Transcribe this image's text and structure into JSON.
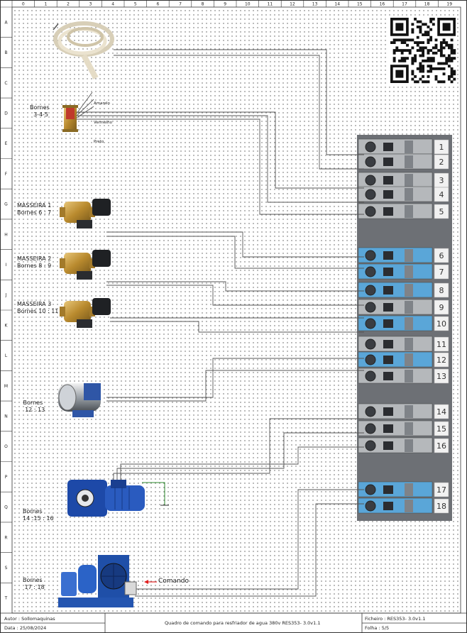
{
  "grid": {
    "columns": [
      "0",
      "1",
      "2",
      "3",
      "4",
      "5",
      "6",
      "7",
      "8",
      "9",
      "10",
      "11",
      "12",
      "13",
      "14",
      "15",
      "16",
      "17",
      "18",
      "19"
    ],
    "rows": [
      "A",
      "B",
      "C",
      "D",
      "E",
      "F",
      "G",
      "H",
      "I",
      "J",
      "K",
      "L",
      "M",
      "N",
      "O",
      "P",
      "Q",
      "R",
      "S",
      "T"
    ]
  },
  "labels": {
    "cable_colors": [
      "Amarelo",
      "Vermelho",
      "Preto"
    ],
    "bornes_sensor": "Bornes\n  3-4-5",
    "masseira1": "MASSEIRA 1\nBornes 6 : 7",
    "masseira2": "MASSEIRA 2\nBornes 8 : 9",
    "masseira3": "MASSEIRA 3\nBornes 10 : 11",
    "bornes_pump": " Bornes\n  12 : 13",
    "bornes_motor": "Bornes\n14 :15 : 16",
    "bornes_compressor": "Bornes\n 17 : 18",
    "comando": "Comando"
  },
  "terminals": [
    "1",
    "2",
    "3",
    "4",
    "5",
    "6",
    "7",
    "8",
    "9",
    "10",
    "11",
    "12",
    "13",
    "14",
    "15",
    "16",
    "17",
    "18"
  ],
  "title_block": {
    "autor": "Autor : Sollomaquinas",
    "data": "Data : 25/08/2024",
    "title": "Quadro de comando para resfriador de agua 380v RES353- 3.0v1.1",
    "ficheiro": "Ficheiro : RES353- 3.0v1.1",
    "folha": "Folha : 5/5"
  },
  "colors": {
    "blue_terminal": "#5aa6d8",
    "grey_terminal": "#b5b8bb",
    "wire": "#555555",
    "ground": "#2e8b2e",
    "arrow": "#e02020"
  }
}
